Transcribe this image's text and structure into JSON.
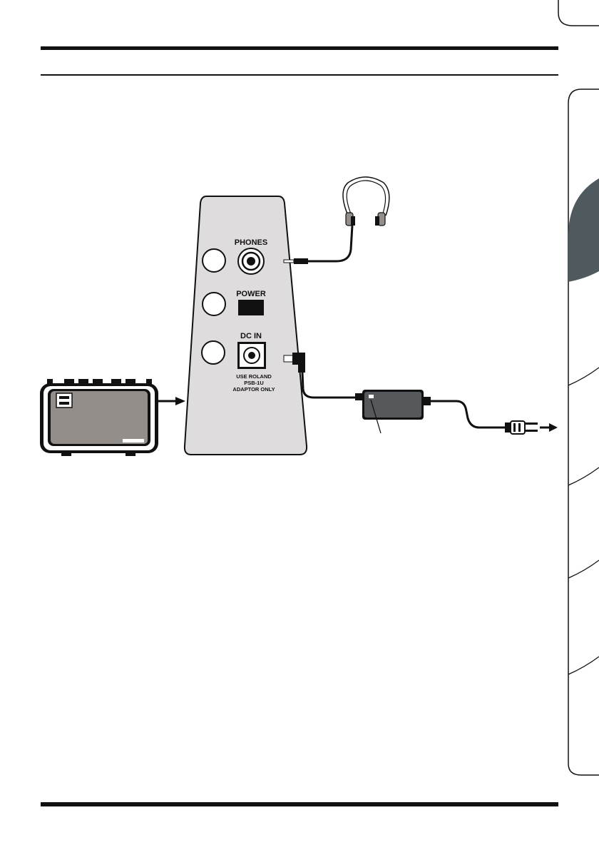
{
  "panel": {
    "phones_label": "PHONES",
    "power_label": "POWER",
    "dcin_label": "DC IN",
    "dcin_note_line1": "USE ROLAND",
    "dcin_note_line2": "PSB-1U",
    "dcin_note_line3": "ADAPTOR ONLY"
  },
  "colors": {
    "panel_fill": "#dedcdc",
    "tab_active": "#4e5a5e",
    "rule": "#111111"
  },
  "icons": {
    "amp": "amplifier-icon",
    "headphones": "headphones-icon",
    "adaptor": "ac-adaptor-icon",
    "plug": "power-plug-icon"
  }
}
